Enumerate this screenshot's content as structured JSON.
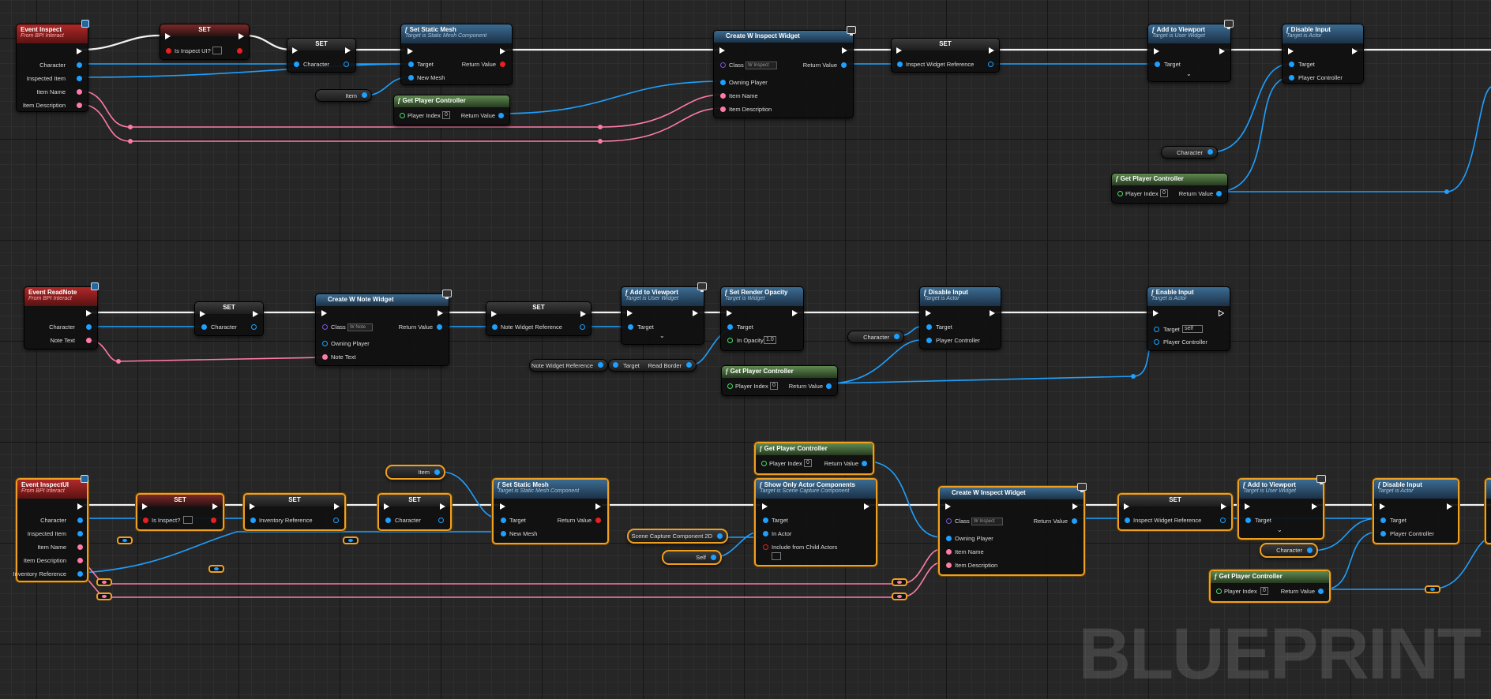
{
  "colors": {
    "exec": "#ffffff",
    "object": "#1ea0ff",
    "string": "#ff7aa8",
    "bool": "#e82020",
    "selection": "#f0a020"
  },
  "watermark": "BLUEPRINT",
  "row1": {
    "event": {
      "title": "Event Inspect",
      "subtitle": "From BPI Interact",
      "pins": [
        "Character",
        "Inspected Item",
        "Item Name",
        "Item Description"
      ]
    },
    "set1": {
      "title": "SET",
      "pin": "Is Inspect UI?"
    },
    "set2": {
      "title": "SET",
      "pin": "Character"
    },
    "static_mesh": {
      "title": "Set Static Mesh",
      "subtitle": "Target is Static Mesh Component",
      "target": "Target",
      "new_mesh": "New Mesh",
      "ret": "Return Value"
    },
    "item_var": "Item",
    "gpc": {
      "title": "Get Player Controller",
      "index_label": "Player Index",
      "index": "0",
      "ret": "Return Value"
    },
    "create": {
      "title": "Create W Inspect Widget",
      "class_label": "Class",
      "class_val": "W Inspect",
      "ret": "Return Value",
      "owning": "Owning Player",
      "name": "Item Name",
      "desc": "Item Description"
    },
    "set3": {
      "title": "SET",
      "pin": "Inspect Widget Reference"
    },
    "viewport": {
      "title": "Add to Viewport",
      "subtitle": "Target is User Widget",
      "target": "Target"
    },
    "disable": {
      "title": "Disable Input",
      "subtitle": "Target is Actor",
      "target": "Target",
      "pc": "Player Controller"
    },
    "char_var": "Character",
    "gpc2": {
      "title": "Get Player Controller",
      "index_label": "Player Index",
      "index": "0",
      "ret": "Return Value"
    }
  },
  "row2": {
    "event": {
      "title": "Event ReadNote",
      "subtitle": "From BPI Interact",
      "pins": [
        "Character",
        "Note Text"
      ]
    },
    "set1": {
      "title": "SET",
      "pin": "Character"
    },
    "create": {
      "title": "Create W Note Widget",
      "class_label": "Class",
      "class_val": "W Note",
      "ret": "Return Value",
      "owning": "Owning Player",
      "note": "Note Text"
    },
    "set2": {
      "title": "SET",
      "pin": "Note Widget Reference"
    },
    "viewport": {
      "title": "Add to Viewport",
      "subtitle": "Target is User Widget",
      "target": "Target"
    },
    "opacity": {
      "title": "Set Render Opacity",
      "subtitle": "Target is Widget",
      "target": "Target",
      "op_label": "In Opacity",
      "op_val": "1.0"
    },
    "note_var": "Note Widget Reference",
    "read_border": {
      "target": "Target",
      "label": "Read Border"
    },
    "gpc": {
      "title": "Get Player Controller",
      "index_label": "Player Index",
      "index": "0",
      "ret": "Return Value"
    },
    "char_var": "Character",
    "disable": {
      "title": "Disable Input",
      "subtitle": "Target is Actor",
      "target": "Target",
      "pc": "Player Controller"
    },
    "enable": {
      "title": "Enable Input",
      "subtitle": "Target is Actor",
      "target": "Target",
      "target_val": "self",
      "pc": "Player Controller"
    }
  },
  "row3": {
    "event": {
      "title": "Event InspectUI",
      "subtitle": "From BPI Interact",
      "pins": [
        "Character",
        "Inspected Item",
        "Item Name",
        "Item Description",
        "Inventory Reference"
      ]
    },
    "set1": {
      "title": "SET",
      "pin": "Is Inspect?"
    },
    "set2": {
      "title": "SET",
      "pin": "Inventory Reference"
    },
    "set3": {
      "title": "SET",
      "pin": "Character"
    },
    "item_var": "Item",
    "static_mesh": {
      "title": "Set Static Mesh",
      "subtitle": "Target is Static Mesh Component",
      "target": "Target",
      "new_mesh": "New Mesh",
      "ret": "Return Value"
    },
    "gpc": {
      "title": "Get Player Controller",
      "index_label": "Player Index",
      "index": "0",
      "ret": "Return Value"
    },
    "show_only": {
      "title": "Show Only Actor Components",
      "subtitle": "Target is Scene Capture Component",
      "target": "Target",
      "actor": "In Actor",
      "include": "Include from Child Actors"
    },
    "scene_var": "Scene Capture Component 2D",
    "self_var": "Self",
    "create": {
      "title": "Create W Inspect Widget",
      "class_label": "Class",
      "class_val": "W Inspect",
      "ret": "Return Value",
      "owning": "Owning Player",
      "name": "Item Name",
      "desc": "Item Description"
    },
    "set4": {
      "title": "SET",
      "pin": "Inspect Widget Reference"
    },
    "viewport": {
      "title": "Add to Viewport",
      "subtitle": "Target is User Widget",
      "target": "Target"
    },
    "disable": {
      "title": "Disable Input",
      "subtitle": "Target is Actor",
      "target": "Target",
      "pc": "Player Controller"
    },
    "char_var": "Character",
    "gpc2": {
      "title": "Get Player Controller",
      "index_label": "Player Index",
      "index": "0",
      "ret": "Return Value"
    }
  }
}
